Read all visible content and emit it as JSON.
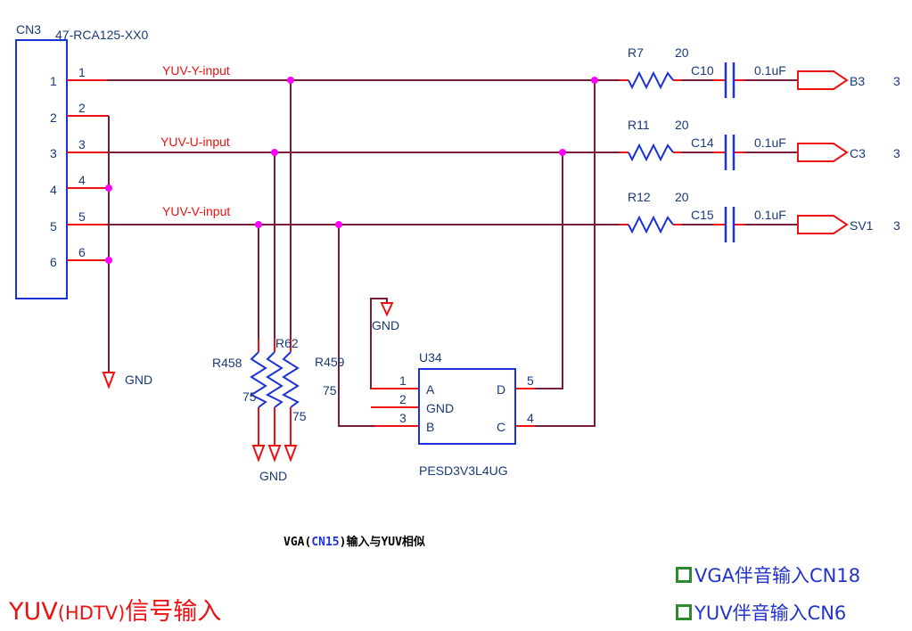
{
  "connector": {
    "designator": "CN3",
    "part_number": "47-RCA125-XX0",
    "pins": [
      "1",
      "2",
      "3",
      "4",
      "5",
      "6"
    ]
  },
  "nets": {
    "y": "YUV-Y-input",
    "u": "YUV-U-input",
    "v": "YUV-V-input"
  },
  "series_resistors": [
    {
      "ref": "R7",
      "value": "20"
    },
    {
      "ref": "R11",
      "value": "20"
    },
    {
      "ref": "R12",
      "value": "20"
    }
  ],
  "capacitors": [
    {
      "ref": "C10",
      "value": "0.1uF"
    },
    {
      "ref": "C14",
      "value": "0.1uF"
    },
    {
      "ref": "C15",
      "value": "0.1uF"
    }
  ],
  "outputs": [
    {
      "name": "B3",
      "sheet": "3"
    },
    {
      "name": "C3",
      "sheet": "3"
    },
    {
      "name": "SV1",
      "sheet": "3"
    }
  ],
  "terminations": [
    {
      "ref": "R458",
      "value": "75"
    },
    {
      "ref": "R62",
      "value": "75"
    },
    {
      "ref": "R459",
      "value": "75"
    }
  ],
  "gnd_label": "GND",
  "esd": {
    "ref": "U34",
    "part": "PESD3V3L4UG",
    "pins": [
      {
        "num": "1",
        "name": "A"
      },
      {
        "num": "2",
        "name": "GND"
      },
      {
        "num": "3",
        "name": "B"
      },
      {
        "num": "4",
        "name": "C"
      },
      {
        "num": "5",
        "name": "D"
      }
    ]
  },
  "notes": {
    "vga_prefix": "VGA(",
    "vga_cn": "CN15",
    "vga_suffix": ")输入与YUV相似",
    "title_main": "YUV",
    "title_paren": "(HDTV)",
    "title_rest": "信号输入",
    "audio_vga": "VGA伴音输入CN18",
    "audio_yuv": "YUV伴音输入CN6"
  },
  "colors": {
    "wire": "#7a1a3c",
    "pin": "#ee1111",
    "component": "#1b33d6",
    "junction": "#ff00ff",
    "text": "#1a3a7a",
    "net_label": "#ee1111",
    "checkbox": "#2e8a2e"
  }
}
